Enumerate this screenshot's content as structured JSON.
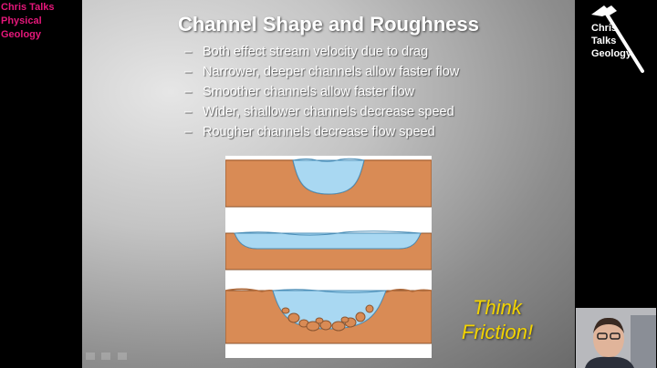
{
  "left_brand": {
    "line1": "Chris Talks",
    "line2": "Physical",
    "line3": "Geology"
  },
  "slide": {
    "title": "Channel Shape and Roughness",
    "bullets": [
      {
        "dash": "–",
        "text": "Both effect stream velocity due to drag"
      },
      {
        "dash": "–",
        "text": "Narrower, deeper channels allow faster flow"
      },
      {
        "dash": "–",
        "text": "Smoother channels allow faster flow"
      },
      {
        "dash": "–",
        "text": "Wider, shallower channels decrease speed"
      },
      {
        "dash": "–",
        "text": "Rougher channels decrease flow speed"
      }
    ],
    "callout": {
      "line1": "Think",
      "line2": "Friction!"
    }
  },
  "right_brand": {
    "line1": "Chris",
    "line2": "Talks",
    "line3": "Geology"
  },
  "colors": {
    "accent_pink": "#e5177a",
    "callout_yellow": "#f2d300",
    "ground": "#d98b55",
    "water": "#a9d8f2"
  }
}
